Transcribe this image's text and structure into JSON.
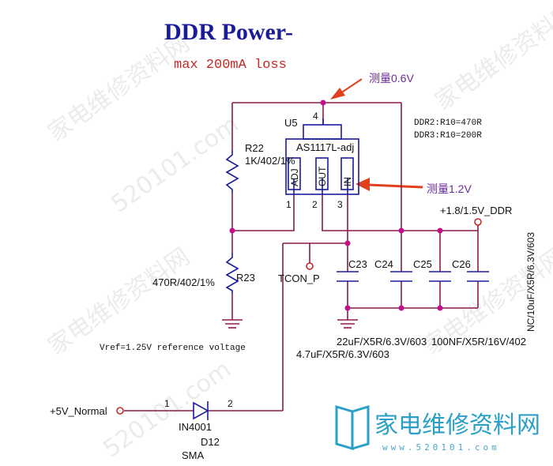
{
  "title": "DDR Power-",
  "subtitle": "max 200mA loss",
  "annotations": {
    "measure_top": "测量0.6V",
    "measure_pin3": "测量1.2V",
    "ddr2_note": "DDR2:R10=470R",
    "ddr3_note": "DDR3:R10=200R",
    "vref_note": "Vref=1.25V  reference  voltage"
  },
  "regulator": {
    "ref": "U5",
    "part": "AS1117L-adj",
    "pin_adj": "ADJ",
    "pin_out": "OUT",
    "pin_in": "IN",
    "pin_num_1": "1",
    "pin_num_2": "2",
    "pin_num_3": "3",
    "pin_num_4": "4"
  },
  "resistors": {
    "r22_ref": "R22",
    "r22_val": "1K/402/1%",
    "r23_ref": "R23",
    "r23_val": "470R/402/1%"
  },
  "capacitors": {
    "c23": "C23",
    "c24": "C24",
    "c25": "C25",
    "c26": "C26",
    "c23_val": "4.7uF/X5R/6.3V/603",
    "c24_val": "22uF/X5R/6.3V/603",
    "c25_val": "100NF/X5R/16V/402",
    "c26_val": "NC/10uF/X5R/6.3V/603"
  },
  "nets": {
    "output": "+1.8/1.5V_DDR",
    "tcon": "TCON_P",
    "input": "+5V_Normal"
  },
  "diode": {
    "part": "IN4001",
    "ref": "D12",
    "pkg": "SMA",
    "pin1": "1",
    "pin2": "2"
  },
  "watermark": {
    "text": "家电维修资料网",
    "url": "520101.com"
  },
  "brand": {
    "name": "家电维修资料网",
    "url": "www.520101.com"
  },
  "colors": {
    "title": "#1b1b9a",
    "subtitle": "#c62828",
    "wire": "#8b1a4a",
    "component": "#1b1b9a",
    "junction": "#c0108a",
    "arrow": "#e0401e",
    "note": "#6a2a9a",
    "brand": "#2aa0c8"
  }
}
